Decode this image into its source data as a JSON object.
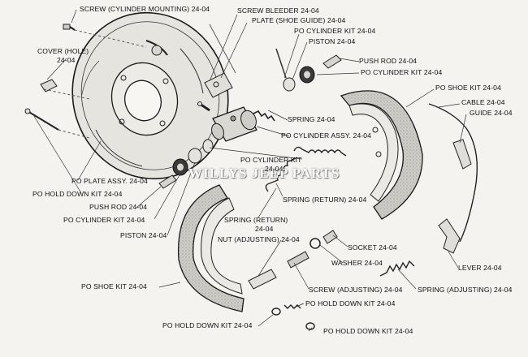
{
  "watermark": "WILLYS JEEP PARTS",
  "labels": {
    "screw_cylinder_mounting": "SCREW (CYLINDER MOUNTING) 24-04",
    "screw_bleeder": "SCREW BLEEDER 24-04",
    "plate_shoe_guide": "PLATE (SHOE GUIDE) 24-04",
    "po_cylinder_kit_top": "PO CYLINDER KIT 24-04",
    "piston_top": "PISTON 24-04",
    "cover_hole_1": "COVER (HOLE)",
    "cover_hole_2": "24-04",
    "push_rod_top": "PUSH ROD 24-04",
    "po_cylinder_kit_right": "PO CYLINDER KIT 24-04",
    "po_shoe_kit_right": "PO SHOE KIT 24-04",
    "cable": "CABLE 24-04",
    "guide": "GUIDE 24-04",
    "spring_mid": "SPRING 24-04",
    "po_cylinder_assy": "PO CYLINDER ASSY. 24-04",
    "po_cylinder_kit_mid_1": "PO CYLINDER KIT",
    "po_cylinder_kit_mid_2": "24-04",
    "po_plate_assy": "PO PLATE ASSY. 24-04",
    "po_hold_down_kit_left": "PO HOLD DOWN KIT 24-04",
    "push_rod_left": "PUSH ROD 24-04",
    "spring_return_right": "SPRING (RETURN) 24-04",
    "po_cylinder_kit_left": "PO CYLINDER KIT 24-04",
    "spring_return_lower_1": "SPRING (RETURN)",
    "spring_return_lower_2": "24-04",
    "piston_left": "PISTON 24-04",
    "nut_adjusting": "NUT (ADJUSTING) 24-04",
    "socket": "SOCKET 24-04",
    "washer": "WASHER 24-04",
    "lever": "LEVER 24-04",
    "po_shoe_kit_left": "PO SHOE KIT 24-04",
    "screw_adjusting": "SCREW (ADJUSTING) 24-04",
    "spring_adjusting": "SPRING (ADJUSTING) 24-04",
    "po_hold_down_kit_br1": "PO HOLD DOWN KIT 24-04",
    "po_hold_down_kit_bl": "PO HOLD DOWN KIT 24-04",
    "po_hold_down_kit_br2": "PO HOLD DOWN KIT 24-04"
  }
}
